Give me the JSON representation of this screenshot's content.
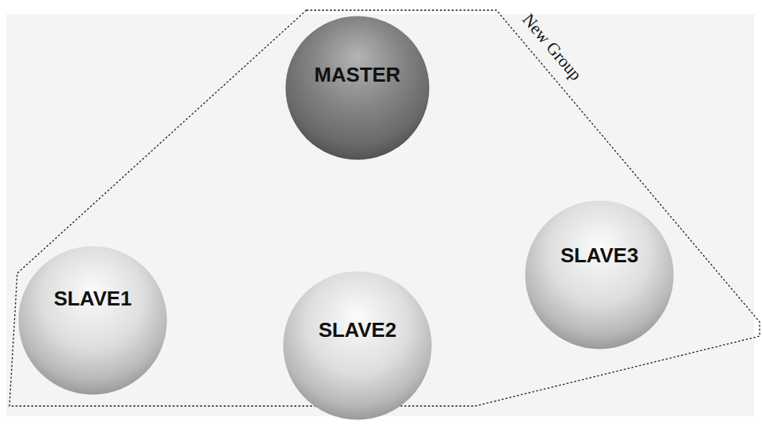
{
  "diagram": {
    "nodes": [
      {
        "text": [
          "New Group"
        ]
      },
      {
        "text": [
          "MASTER"
        ],
        "in": 0
      },
      {
        "text": [
          "SLAVE1"
        ],
        "in": 0
      },
      {
        "text": [
          "SLAVE2"
        ],
        "in": 0
      },
      {
        "text": [
          "SLAVE3"
        ],
        "in": 0
      }
    ]
  }
}
